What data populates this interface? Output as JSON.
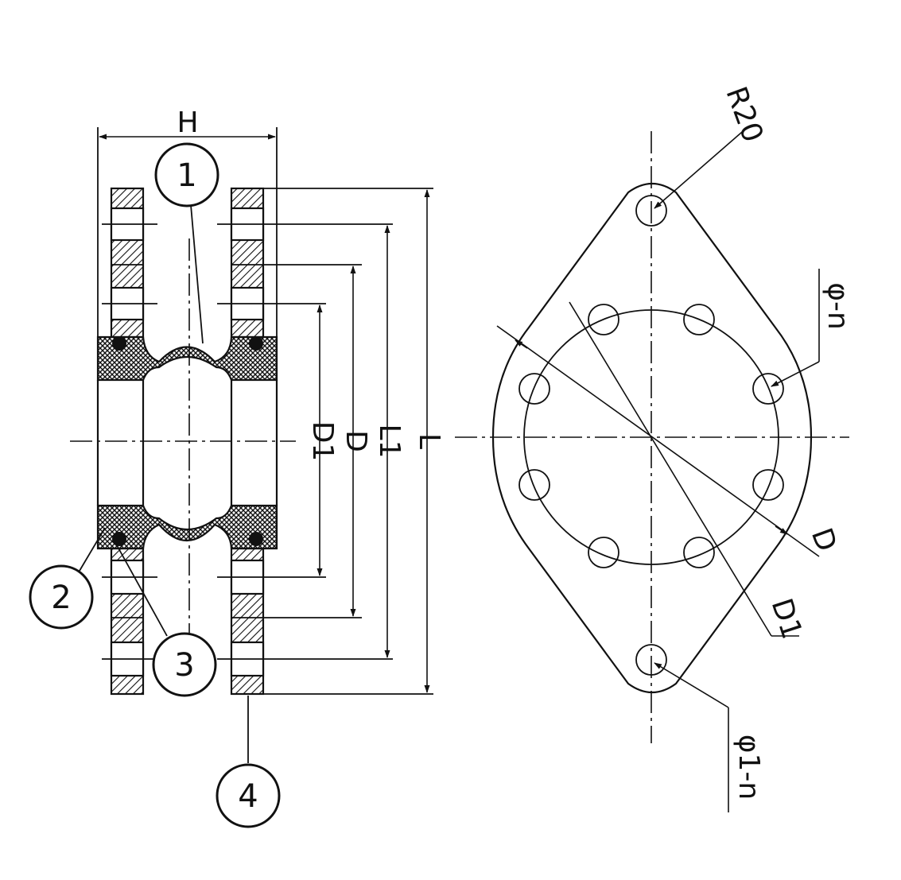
{
  "title": "",
  "dimensions": {
    "h": "H",
    "l": "L",
    "l1": "L1",
    "d": "D",
    "d1": "D1",
    "r20": "R20",
    "phi_n": "φ-n",
    "phi1_n": "φ1-n"
  },
  "callouts": [
    "1",
    "2",
    "3",
    "4"
  ],
  "colors": {
    "line": "#111111",
    "background": "#ffffff"
  }
}
